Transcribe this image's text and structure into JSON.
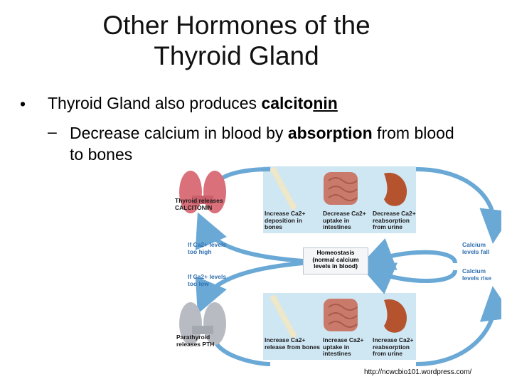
{
  "slide": {
    "title": "Other Hormones of the Thyroid Gland",
    "bullet1_pre": "Thyroid Gland also produces ",
    "bullet1_bold": "calcito",
    "bullet1_bold_u": "nin",
    "bullet2_pre": "Decrease calcium in blood by ",
    "bullet2_bold": "absorption",
    "bullet2_post": " from blood to bones",
    "dash": "–",
    "bullet_symbol": "•"
  },
  "figure": {
    "thyroid_label": "Thyroid releases\nCALCITONIN",
    "parathyroid_label": "Parathyroid\nreleases PTH",
    "if_high": "If Ca2+ levels\ntoo high",
    "if_low": "If Ca2+ levels\ntoo low",
    "levels_fall": "Calcium\nlevels fall",
    "levels_rise": "Calcium\nlevels rise",
    "homeostasis": "Homeostasis\n(normal calcium\nlevels in blood)",
    "top_labels": [
      "Increase Ca2+\ndeposition in\nbones",
      "Decrease Ca2+\nuptake in\nintestines",
      "Decrease Ca2+\nreabsorption\nfrom urine"
    ],
    "bottom_labels": [
      "Increase Ca2+\nrelease from bones",
      "Increase Ca2+\nuptake in\nintestines",
      "Increase Ca2+\nreabsorption\nfrom urine"
    ],
    "colors": {
      "arrow": "#6aa8d6",
      "panel": "#cfe6f3",
      "thyroid": "#d9707a",
      "parathyroid": "#b8bcc2",
      "kidney": "#b5532e",
      "intestine": "#c97a6a"
    }
  },
  "source": "http://ncwcbio101.wordpress.com/"
}
